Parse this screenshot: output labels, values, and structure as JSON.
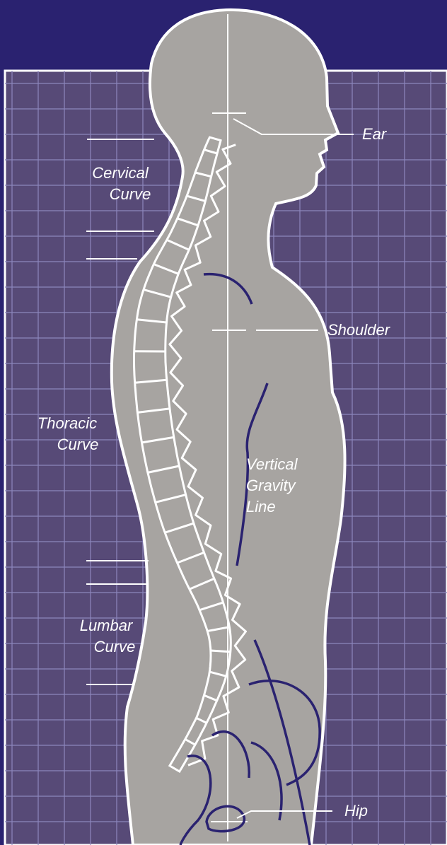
{
  "diagram": {
    "labels": {
      "cervical_line1": "Cervical",
      "cervical_line2": "Curve",
      "thoracic_line1": "Thoracic",
      "thoracic_line2": "Curve",
      "lumbar_line1": "Lumbar",
      "lumbar_line2": "Curve",
      "ear": "Ear",
      "shoulder": "Shoulder",
      "hip": "Hip",
      "gravity_line1": "Vertical",
      "gravity_line2": "Gravity",
      "gravity_line3": "Line"
    },
    "colors": {
      "top_band": "#2a2270",
      "grid_background": "#574a77",
      "grid_lines": "#8d86bd",
      "body_fill": "#a7a4a1",
      "outline": "#ffffff",
      "organ_lines": "#2a2270"
    }
  }
}
